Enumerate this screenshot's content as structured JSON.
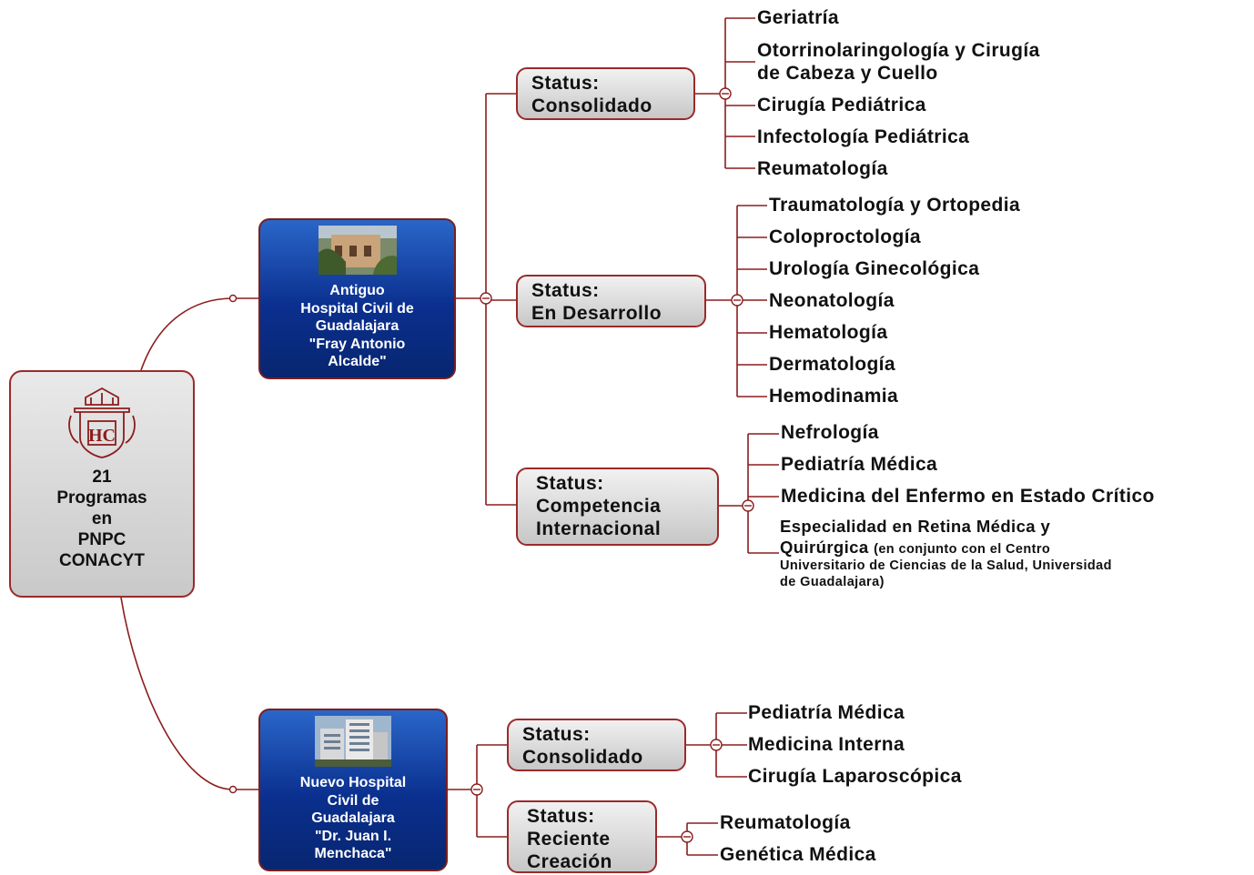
{
  "root": {
    "lines": [
      "21",
      "Programas",
      "en",
      "PNPC",
      "CONACYT"
    ]
  },
  "hospital_antiguo": {
    "lines": [
      "Antiguo",
      "Hospital Civil de",
      "Guadalajara",
      "\"Fray Antonio",
      "Alcalde\""
    ]
  },
  "hospital_nuevo": {
    "lines": [
      "Nuevo Hospital",
      "Civil de",
      "Guadalajara",
      "\"Dr. Juan I.",
      "Menchaca\""
    ]
  },
  "status": {
    "consolidado_1": [
      "Status:",
      "Consolidado"
    ],
    "desarrollo": [
      "Status:",
      "En Desarrollo"
    ],
    "competencia": [
      "Status:",
      "Competencia",
      "Internacional"
    ],
    "consolidado_2": [
      "Status:",
      "Consolidado"
    ],
    "reciente": [
      "Status:",
      "Reciente",
      "Creación"
    ]
  },
  "programs": {
    "consolidado_1": [
      "Geriatría",
      "Otorrinolaringología y Cirugía",
      "de Cabeza y Cuello",
      "Cirugía Pediátrica",
      "Infectología Pediátrica",
      "Reumatología"
    ],
    "desarrollo": [
      "Traumatología y Ortopedia",
      "Coloproctología",
      "Urología Ginecológica",
      "Neonatología",
      "Hematología",
      "Dermatología",
      "Hemodinamia"
    ],
    "competencia": [
      "Nefrología",
      "Pediatría Médica",
      "Medicina del Enfermo en Estado Crítico"
    ],
    "retina": {
      "line1": "Especialidad en Retina Médica y",
      "line2": "Quirúrgica",
      "note1": "(en conjunto con el Centro",
      "note2": "Universitario de Ciencias de la Salud, Universidad",
      "note3": "de Guadalajara)"
    },
    "consolidado_2": [
      "Pediatría Médica",
      "Medicina Interna",
      "Cirugía Laparoscópica"
    ],
    "reciente": [
      "Reumatología",
      "Genética Médica"
    ]
  },
  "colors": {
    "connector": "#8b1d1d",
    "hospital_box": "#0a2f8e",
    "status_box": "#d6d6d6"
  }
}
